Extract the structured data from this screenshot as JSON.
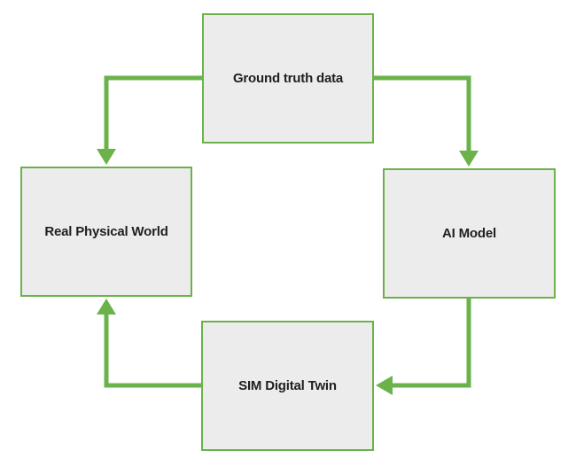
{
  "diagram": {
    "nodes": {
      "top": "Ground truth data",
      "right": "AI Model",
      "bottom": "SIM Digital Twin",
      "left": "Real Physical World"
    },
    "colors": {
      "box_fill": "#ececec",
      "border": "#6bb24a",
      "arrow": "#6bb24a",
      "text": "#1f1f1f"
    },
    "edges": [
      {
        "from": "Ground truth data",
        "to": "AI Model"
      },
      {
        "from": "AI Model",
        "to": "SIM Digital Twin"
      },
      {
        "from": "SIM Digital Twin",
        "to": "Real Physical World"
      },
      {
        "from": "Ground truth data",
        "to": "Real Physical World"
      }
    ]
  }
}
